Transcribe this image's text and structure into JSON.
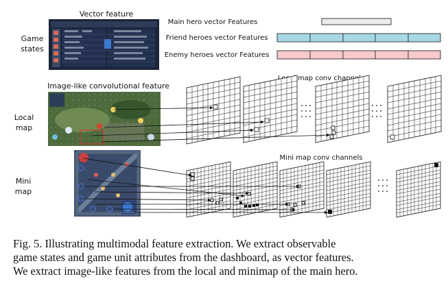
{
  "labels": {
    "vector_feature_title": "Vector feature",
    "game_states_line1": "Game",
    "game_states_line2": "states",
    "image_feature_title": "Image-like convolutional feature",
    "local_map_line1": "Local",
    "local_map_line2": "map",
    "mini_map_line1": "Mini",
    "mini_map_line2": "map",
    "local_channels_title": "Local map conv channels",
    "mini_channels_title": "Mini map conv channels"
  },
  "vector_rows": [
    {
      "label": "Main hero vector Features",
      "color": "#ececec",
      "cells": 1
    },
    {
      "label": "Friend heroes vector Features",
      "color": "#a8d8e6",
      "cells": 5
    },
    {
      "label": "Enemy heroes vector Features",
      "color": "#f7c9c9",
      "cells": 5
    }
  ],
  "caption": {
    "line1": "Fig. 5.   Illustrating multimodal feature extraction. We extract observable",
    "line2": "game states and game unit attributes from the dashboard, as vector features.",
    "line3": "We extract image-like features from the local and minimap of the main hero."
  },
  "colors": {
    "dashboard_bg": "#1b2438",
    "local_map_bg": "#4e6a3c",
    "mini_map_bg": "#3a4a6a"
  }
}
